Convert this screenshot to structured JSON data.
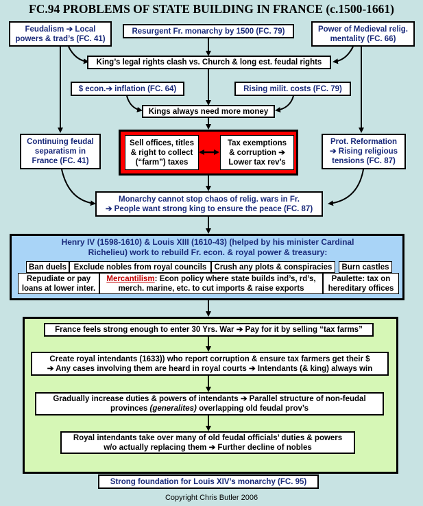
{
  "title": "FC.94 PROBLEMS OF STATE BUILDING IN FRANCE (c.1500-1661)",
  "top": {
    "feudalism": [
      "Feudalism ➔ Local",
      "powers & trad’s (FC. 41)"
    ],
    "resurgent": "Resurgent Fr. monarchy by 1500  (FC. 79)",
    "medieval": [
      "Power of Medieval relig.",
      "mentality  (FC. 66)"
    ]
  },
  "kings_rights": "King’s legal rights clash vs. Church & long est. feudal rights",
  "econ": "$ econ.➔ inflation  (FC. 64)",
  "milit": "Rising milit. costs  (FC. 79)",
  "money": "Kings always need more money",
  "continuing": [
    "Continuing feudal",
    "separatism in",
    "France (FC. 41)"
  ],
  "sell": [
    "Sell offices, titles",
    "& right to collect",
    "(“farm”) taxes"
  ],
  "tax_exempt": [
    "Tax exemptions",
    "& corruption ➔",
    "Lower tax rev’s"
  ],
  "reformation": [
    "Prot. Reformation",
    "➔ Rising religious",
    "tensions  (FC. 87)"
  ],
  "monarchy_cannot": [
    "Monarchy cannot stop chaos of relig. wars in Fr.",
    "➔ People want strong king to ensure the peace (FC. 87)"
  ],
  "henry": {
    "heading": [
      "Henry IV (1598-1610) & Louis XIII (1610-43) (helped by his minister Cardinal",
      "Richelieu) work to rebuild Fr. econ. & royal power & treasury:"
    ],
    "ban_duels": "Ban duels",
    "exclude": "Exclude nobles from royal councils",
    "crush": "Crush any plots & conspiracies",
    "burn": "Burn castles",
    "repudiate": [
      "Repudiate or pay",
      "loans at lower inter."
    ],
    "merc_term": "Mercantilism",
    "merc_rest": ": Econ policy where state builds ind’s, rd’s,",
    "merc_line2": "merch. marine, etc. to cut imports & raise exports",
    "paulette": [
      "Paulette: tax on",
      "hereditary offices"
    ]
  },
  "thirty": "France feels strong enough to enter 30 Yrs. War ➔ Pay for it by selling “tax farms”",
  "intendants": [
    "Create royal intendants (1633)) who report corruption & ensure tax farmers get their $",
    "➔ Any cases involving them are heard in royal courts ➔ Intendants (& king) always win"
  ],
  "duties": {
    "line1": "Gradually increase duties & powers of intendants ➔ Parallel structure of non-feudal",
    "line2_a": "provinces ",
    "line2_it": "(generalites)",
    "line2_b": " overlapping old feudal prov’s"
  },
  "takeover": [
    "Royal intendants take over many of old feudal officials’ duties & powers",
    "w/o actually replacing them ➔ Further decline of nobles"
  ],
  "strong": "Strong foundation for Louis XIV’s monarchy (FC. 95)",
  "copyright": "Copyright Chris Butler 2006",
  "colors": {
    "background": "#c8e3e3",
    "red_block": "#ff0000",
    "henry_bg": "#a9d4f7",
    "lower_bg": "#d6f7b6",
    "blue_text": "#1a2a7a",
    "mercantilism": "#c00000"
  }
}
